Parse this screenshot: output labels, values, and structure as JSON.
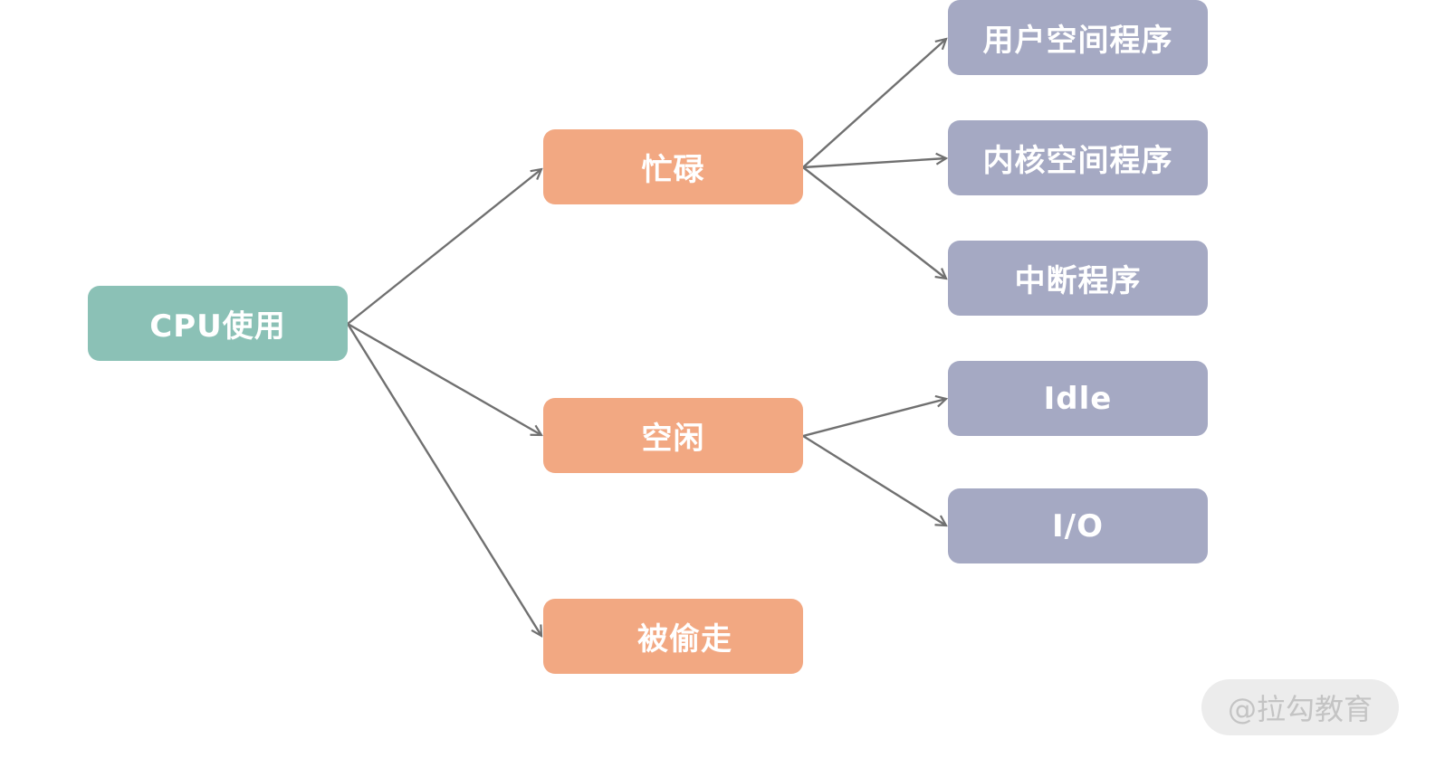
{
  "nodes": {
    "root": "CPU使用",
    "busy": "忙碌",
    "idle": "空闲",
    "stolen": "被偷走",
    "user_space": "用户空间程序",
    "kernel_space": "内核空间程序",
    "interrupt": "中断程序",
    "idle_leaf": "Idle",
    "io": "I/O"
  },
  "watermark": "@拉勾教育",
  "colors": {
    "root": "#8bc1b6",
    "mid": "#f2a882",
    "leaf": "#a5a9c3",
    "edge": "#707070"
  }
}
